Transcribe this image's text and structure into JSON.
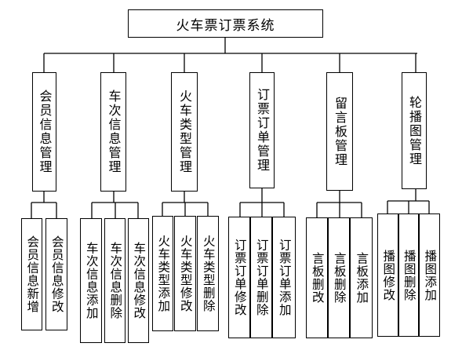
{
  "root": {
    "label": "火车票订票系统"
  },
  "modules": [
    {
      "label": "会员信息管理",
      "children": [
        "会员信息新增",
        "会员信息修改"
      ]
    },
    {
      "label": "车次信息管理",
      "children": [
        "车次信息添加",
        "车次信息删除",
        "车次信息修改"
      ]
    },
    {
      "label": "火车类型管理",
      "children": [
        "火车类型添加",
        "火车类型修改",
        "火车类型删除"
      ]
    },
    {
      "label": "订票订单管理",
      "children": [
        "订票订单修改",
        "订票订单删除",
        "订票订单添加"
      ]
    },
    {
      "label": "留言板管理",
      "children": [
        "言板删改",
        "言板删除",
        "言板添加"
      ]
    },
    {
      "label": "轮播图管理",
      "children": [
        "播图修改",
        "播图删除",
        "播图添加"
      ]
    }
  ]
}
